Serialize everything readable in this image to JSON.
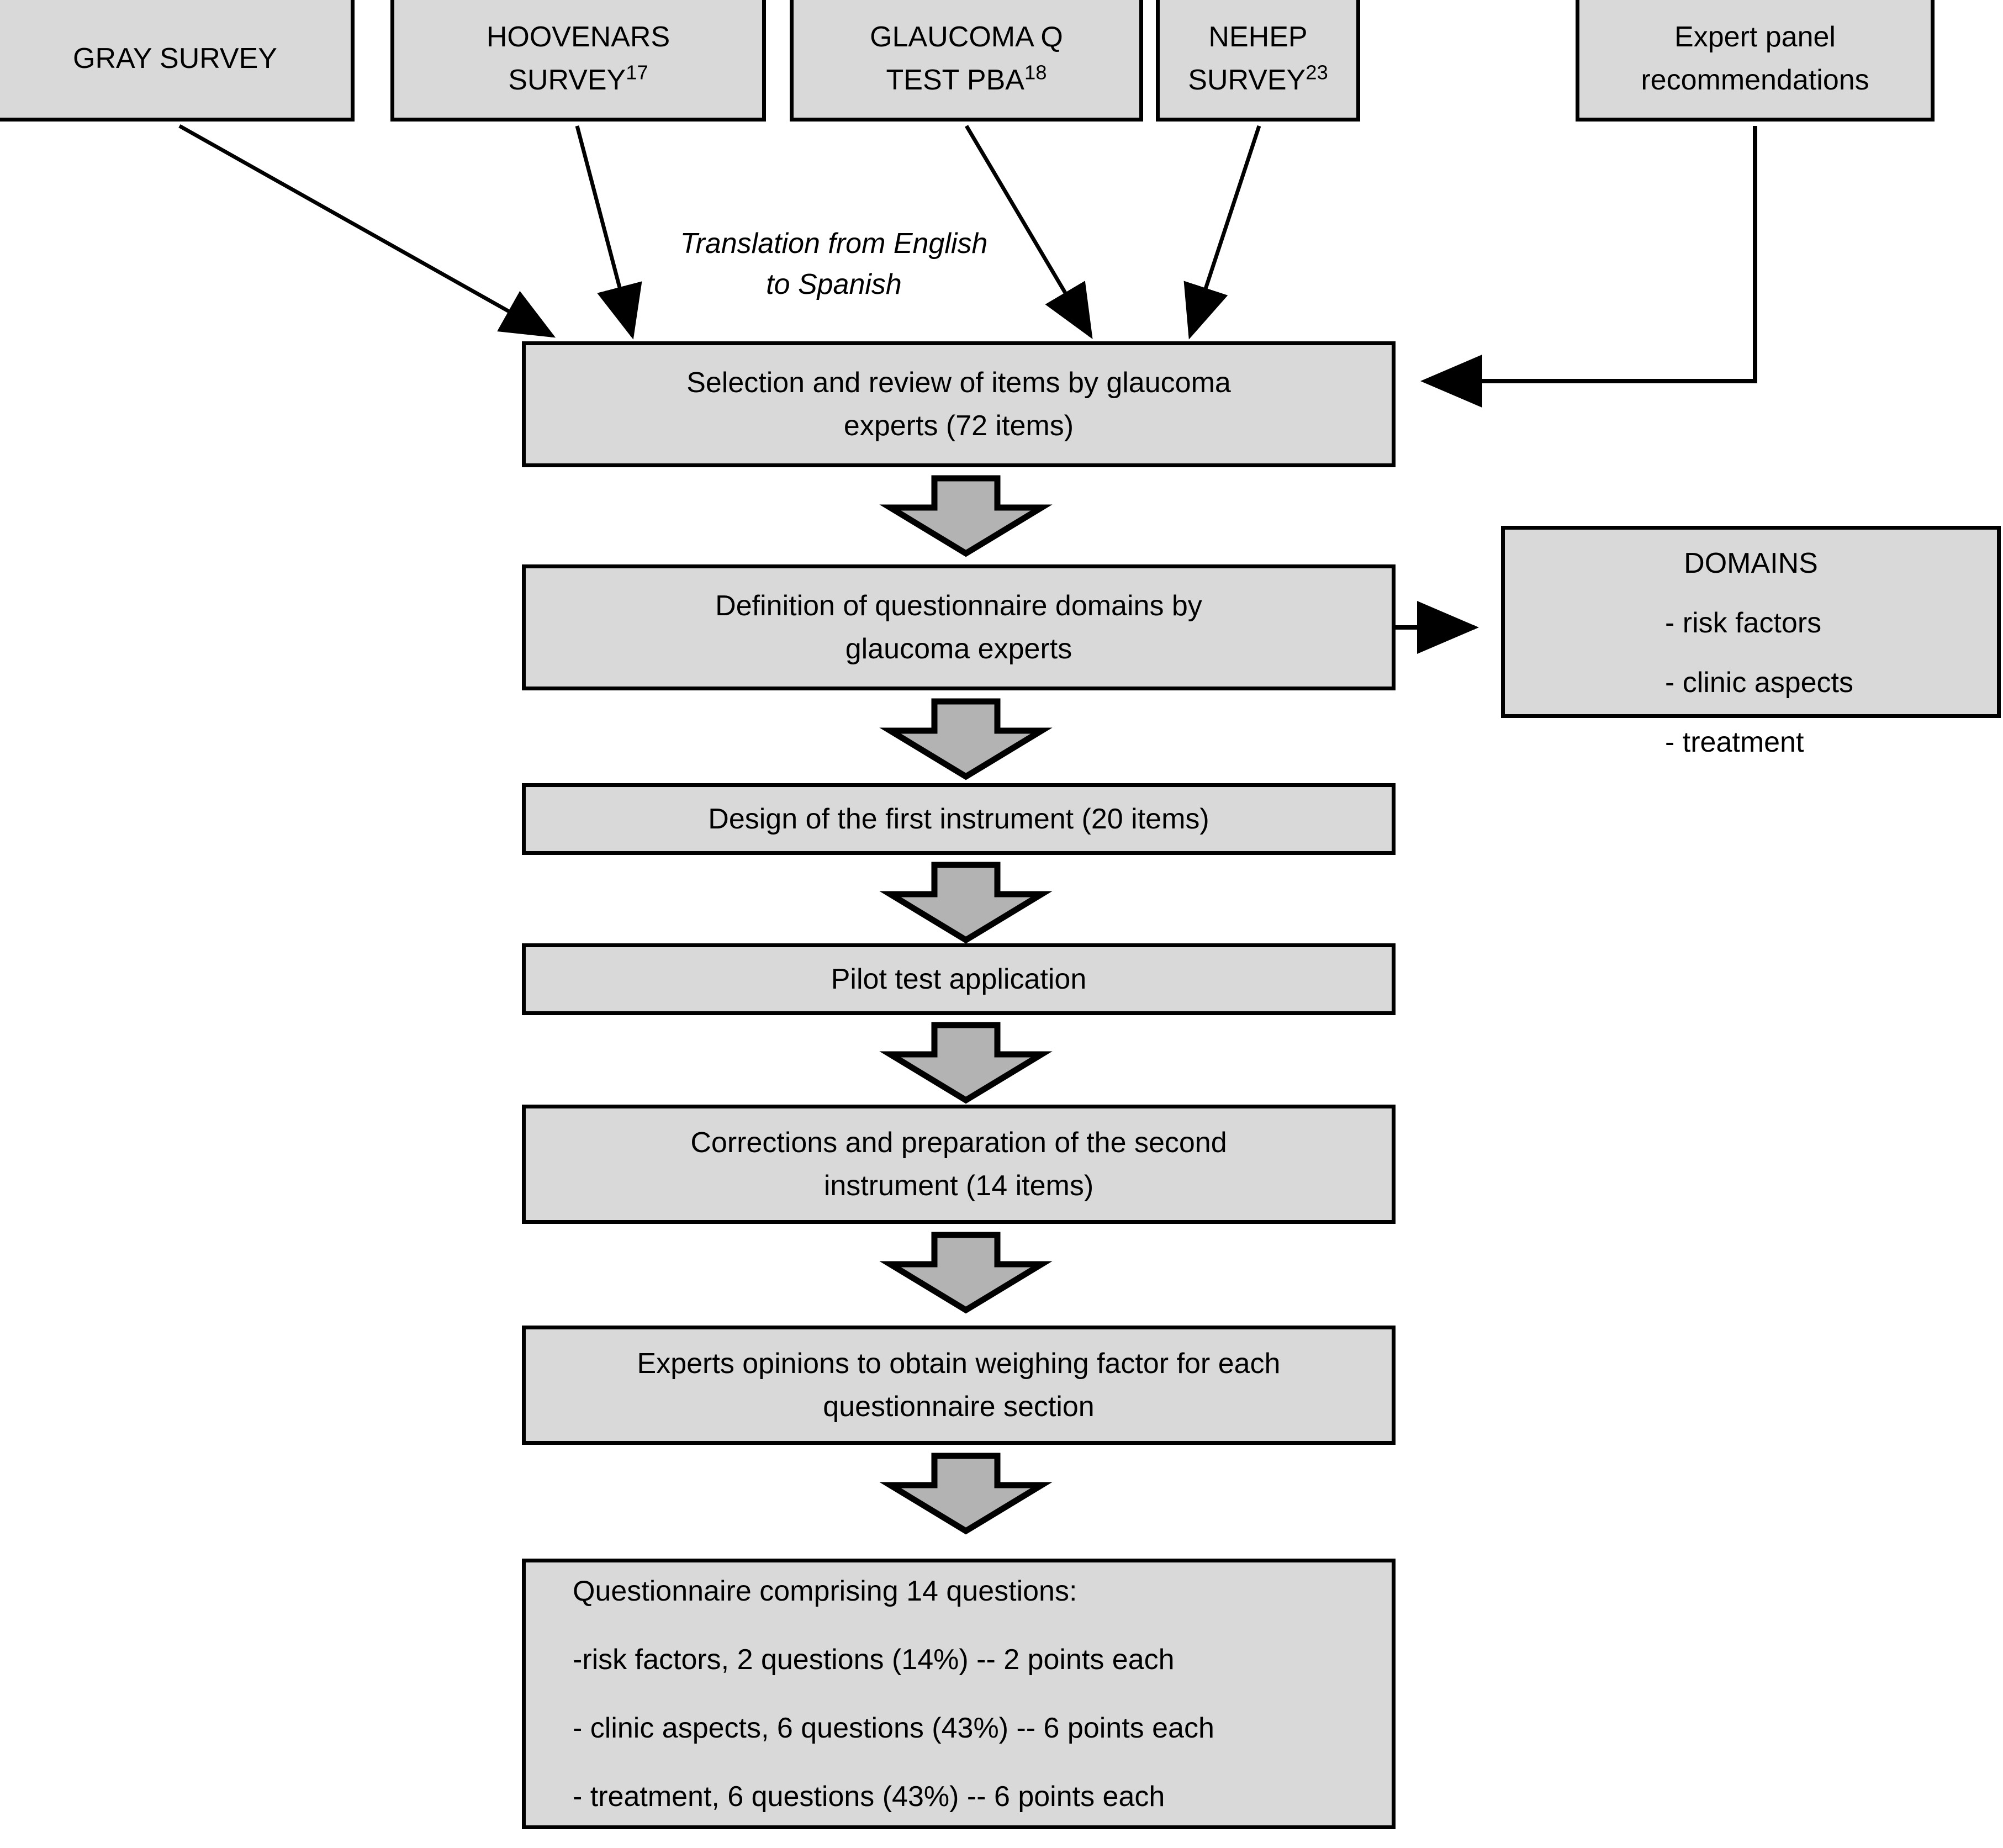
{
  "diagram": {
    "title": "Questionnaire development flowchart",
    "fill_color": "#d9d9d9",
    "line_color": "#000000"
  },
  "sources": [
    {
      "id": "gray",
      "lines": [
        "GRAY SURVEY"
      ]
    },
    {
      "id": "hoovenars",
      "lines": [
        "HOOVENARS",
        "SURVEY"
      ],
      "superscript": "17"
    },
    {
      "id": "glaucoma_q",
      "lines": [
        "GLAUCOMA Q",
        "TEST PBA"
      ],
      "superscript": "18"
    },
    {
      "id": "nehep",
      "lines": [
        "NEHEP",
        "SURVEY"
      ],
      "superscript": "23"
    },
    {
      "id": "expert_panel",
      "lines": [
        "Expert panel",
        "recommendations"
      ]
    }
  ],
  "annotations": {
    "translation": {
      "line1": "Translation from English",
      "line2": "to Spanish"
    }
  },
  "steps": [
    {
      "id": "selection",
      "line1": "Selection and review of items by glaucoma",
      "line2": "experts (72 items)"
    },
    {
      "id": "definition",
      "line1": "Definition of questionnaire domains by",
      "line2": "glaucoma experts"
    },
    {
      "id": "design",
      "line1": "Design of the first instrument (20 items)"
    },
    {
      "id": "pilot",
      "line1": "Pilot test application"
    },
    {
      "id": "corrections",
      "line1": "Corrections and preparation of the second",
      "line2": "instrument (14 items)"
    },
    {
      "id": "experts",
      "line1": "Experts opinions to obtain weighing factor for each",
      "line2": "questionnaire section"
    }
  ],
  "domains": {
    "title": "DOMAINS",
    "items": [
      "- risk factors",
      "- clinic aspects",
      "- treatment"
    ]
  },
  "final": {
    "heading": "Questionnaire comprising 14 questions:",
    "items": [
      "-risk factors, 2 questions (14%) -- 2 points each",
      "- clinic aspects, 6 questions (43%) -- 6 points each",
      "- treatment, 6 questions (43%) -- 6 points each"
    ]
  }
}
